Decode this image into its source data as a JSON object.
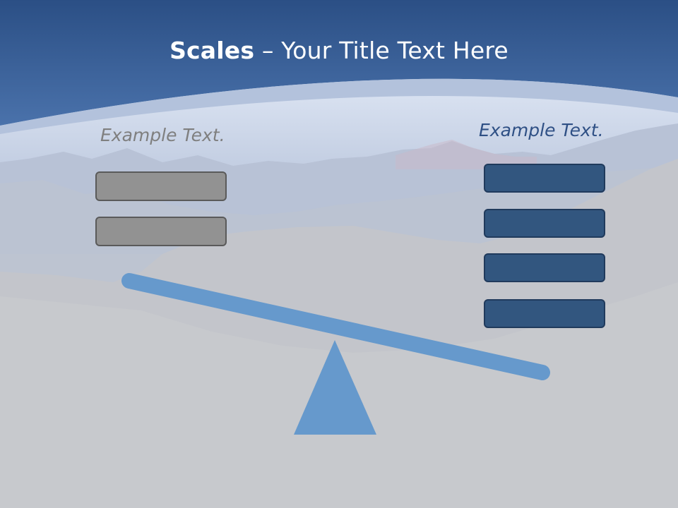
{
  "title": {
    "bold": "Scales",
    "rest": " – Your Title Text Here"
  },
  "left_side": {
    "label": "Example Text.",
    "box_count": 2
  },
  "right_side": {
    "label": "Example Text.",
    "box_count": 4
  },
  "colors": {
    "header_dark": "#2f5389",
    "header_light": "#6a8fbe",
    "arc_band": "#b3c2dc",
    "scale_blue": "#6699cc",
    "left_box_fill": "#929292",
    "right_box_fill": "#32567f",
    "background_gray": "#c8cacd"
  }
}
